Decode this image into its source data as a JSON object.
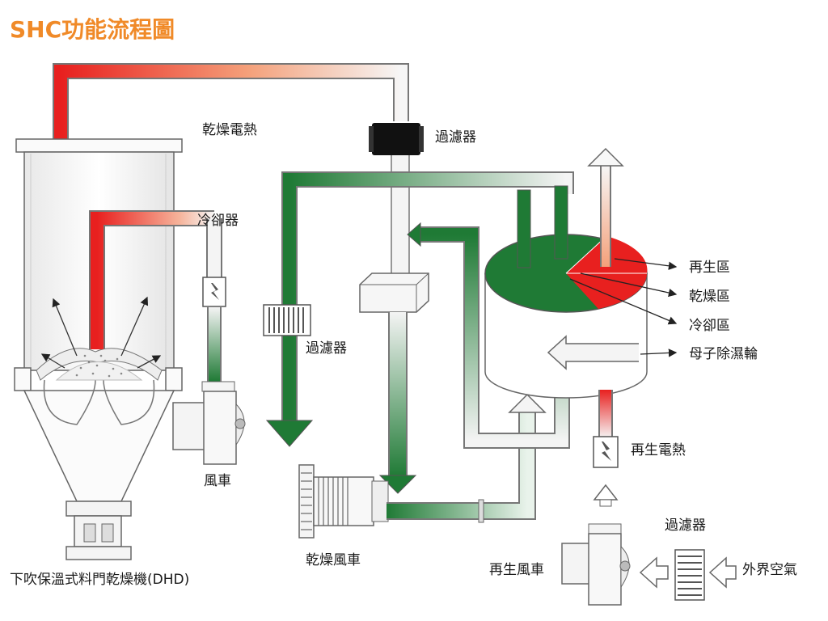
{
  "title": "SHC功能流程圖",
  "labels": {
    "dry_heater": "乾燥電熱",
    "filter_top": "過濾器",
    "cooler": "冷卻器",
    "filter_mid": "過濾器",
    "regen_zone": "再生區",
    "dry_zone": "乾燥區",
    "cool_zone": "冷卻區",
    "rotor": "母子除濕輪",
    "regen_heater": "再生電熱",
    "fan": "風車",
    "filter_right": "過濾器",
    "dry_fan": "乾燥風車",
    "regen_fan": "再生風車",
    "outside_air": "外界空氣",
    "hopper_dryer": "下吹保溫式料門乾燥機(DHD)"
  },
  "colors": {
    "hot": "#e8201f",
    "dry": "#1f7a35",
    "title": "#f08a28",
    "duct": "#f2f2f2",
    "outline": "#666666"
  }
}
